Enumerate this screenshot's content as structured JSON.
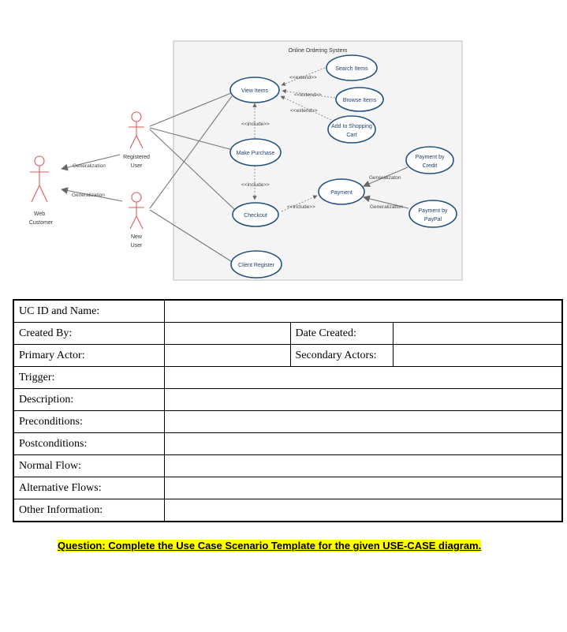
{
  "diagram": {
    "system_title": "Online Ordering System",
    "actors": {
      "web_customer": [
        "Web",
        "Customer"
      ],
      "registered_user": [
        "Registered",
        "User"
      ],
      "new_user": [
        "New",
        "User"
      ]
    },
    "use_cases": {
      "view_items": "View Items",
      "search_items": "Search Items",
      "browse_items": "Browse Items",
      "add_to_cart": [
        "Add to Shopping",
        "Cart"
      ],
      "make_purchase": "Make Purchase",
      "checkout": "Checkout",
      "client_register": "Client Register",
      "payment": "Payment",
      "payment_credit": [
        "Payment by",
        "Credit"
      ],
      "payment_paypal": [
        "Payment by",
        "PayPal"
      ]
    },
    "relations": {
      "extend": "<<extend>>",
      "include": "<<include>>",
      "generalization": "Generalization",
      "generalization_alt": "Generalizaton"
    }
  },
  "template": {
    "uc_id_name": "UC ID and Name:",
    "created_by": "Created By:",
    "date_created": "Date Created:",
    "primary_actor": "Primary Actor:",
    "secondary_actors": "Secondary Actors:",
    "trigger": "Trigger:",
    "description": "Description:",
    "preconditions": "Preconditions:",
    "postconditions": "Postconditions:",
    "normal_flow": "Normal Flow:",
    "alternative_flows": "Alternative Flows:",
    "other_information": "Other Information:"
  },
  "question": "Question: Complete the Use Case Scenario Template for the given USE-CASE diagram.",
  "colors": {
    "actor": "#e05a5a",
    "use_case_border": "#25527f",
    "highlight": "#ffff00"
  }
}
